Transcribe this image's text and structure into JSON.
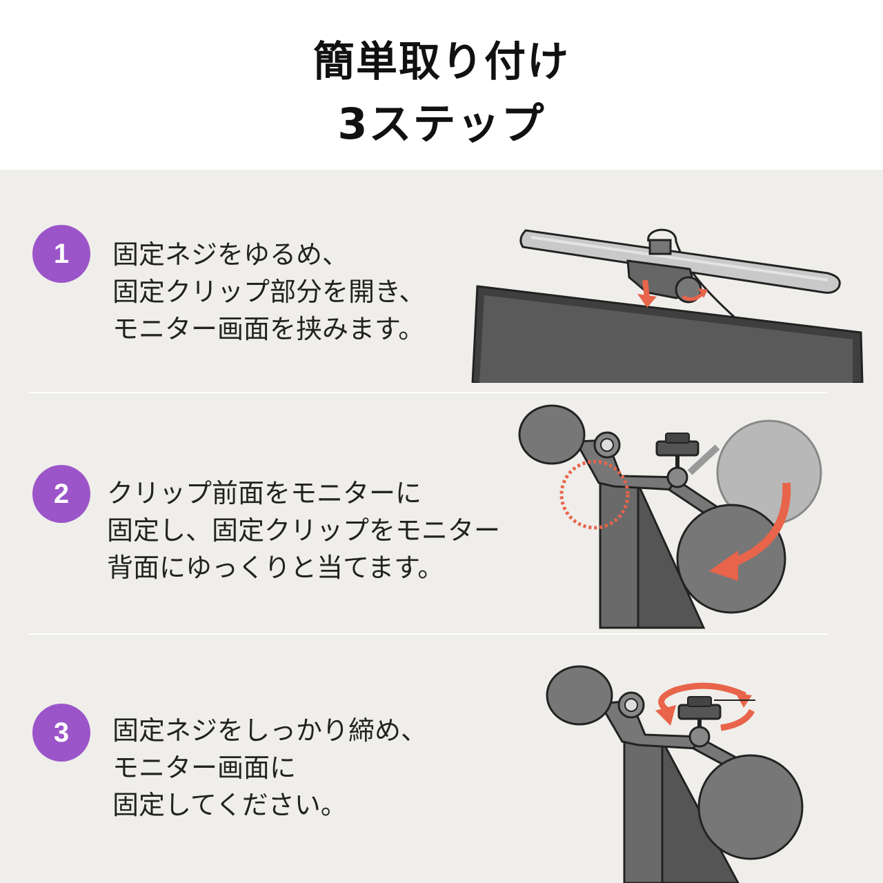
{
  "header": {
    "title_line1": "簡単取り付け",
    "title_line2": "3ステップ"
  },
  "steps": [
    {
      "number": "1",
      "lines": [
        "固定ネジをゆるめ、",
        "固定クリップ部分を開き、",
        "モニター画面を挟みます。"
      ]
    },
    {
      "number": "2",
      "lines": [
        "クリップ前面をモニターに",
        "固定し、固定クリップをモニター",
        "背面にゆっくりと当てます。"
      ]
    },
    {
      "number": "3",
      "lines": [
        "固定ネジをしっかり締め、",
        "モニター画面に",
        "固定してください。"
      ]
    }
  ],
  "colors": {
    "badge": "#9b55c9",
    "arrow": "#e8644a",
    "background": "#efeeea"
  }
}
